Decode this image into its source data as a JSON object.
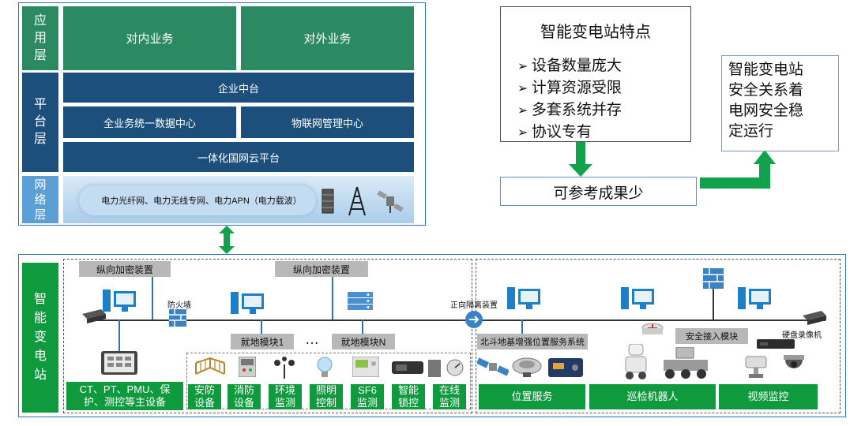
{
  "layers": {
    "app": {
      "label": "应\n用\n层",
      "internal": "对内业务",
      "external": "对外业务"
    },
    "platform": {
      "label": "平\n台\n层",
      "enterprise_hub": "企业中台",
      "data_center": "全业务统一数据中心",
      "iot_center": "物联网管理中心",
      "cloud": "一体化国网云平台"
    },
    "network": {
      "label": "网\n络\n层",
      "channels": "电力光纤网、电力无线专网、电力APN（电力载波）"
    }
  },
  "features": {
    "title": "智能变电站特点",
    "items": [
      "设备数量庞大",
      "计算资源受限",
      "多套系统并存",
      "协议专有"
    ]
  },
  "reference": "可参考成果少",
  "conclusion": "智能变电站\n安全关系着\n电网安全稳\n定运行",
  "substation": {
    "label": "智\n能\n变\n电\n站",
    "vertical_encrypt_1": "纵向加密装置",
    "vertical_encrypt_2": "纵向加密装置",
    "firewall": "防火墙",
    "forward_isolation": "正向隔离装置",
    "local_module_1": "就地模块1",
    "ellipsis": "…",
    "local_module_n": "就地模块N",
    "beidou": "北斗地基增强位置服务系统",
    "secure_access": "安全接入模块",
    "disk_recorder": "硬盘录像机",
    "main_devices": "CT、PT、PMU、保护、测控等主设备",
    "categories": [
      {
        "label": "安防\n设备"
      },
      {
        "label": "消防\n设备"
      },
      {
        "label": "环境\n监测"
      },
      {
        "label": "照明\n控制"
      },
      {
        "label": "SF6\n监测"
      },
      {
        "label": "智能\n锁控"
      },
      {
        "label": "在线\n监测"
      }
    ],
    "location_service": "位置服务",
    "patrol_robot": "巡检机器人",
    "video_monitor": "视频监控"
  },
  "colors": {
    "teal": "#2b8a62",
    "navy": "#1d4f7c",
    "green": "#0f9a3e",
    "frame_blue": "#2f72b6"
  }
}
